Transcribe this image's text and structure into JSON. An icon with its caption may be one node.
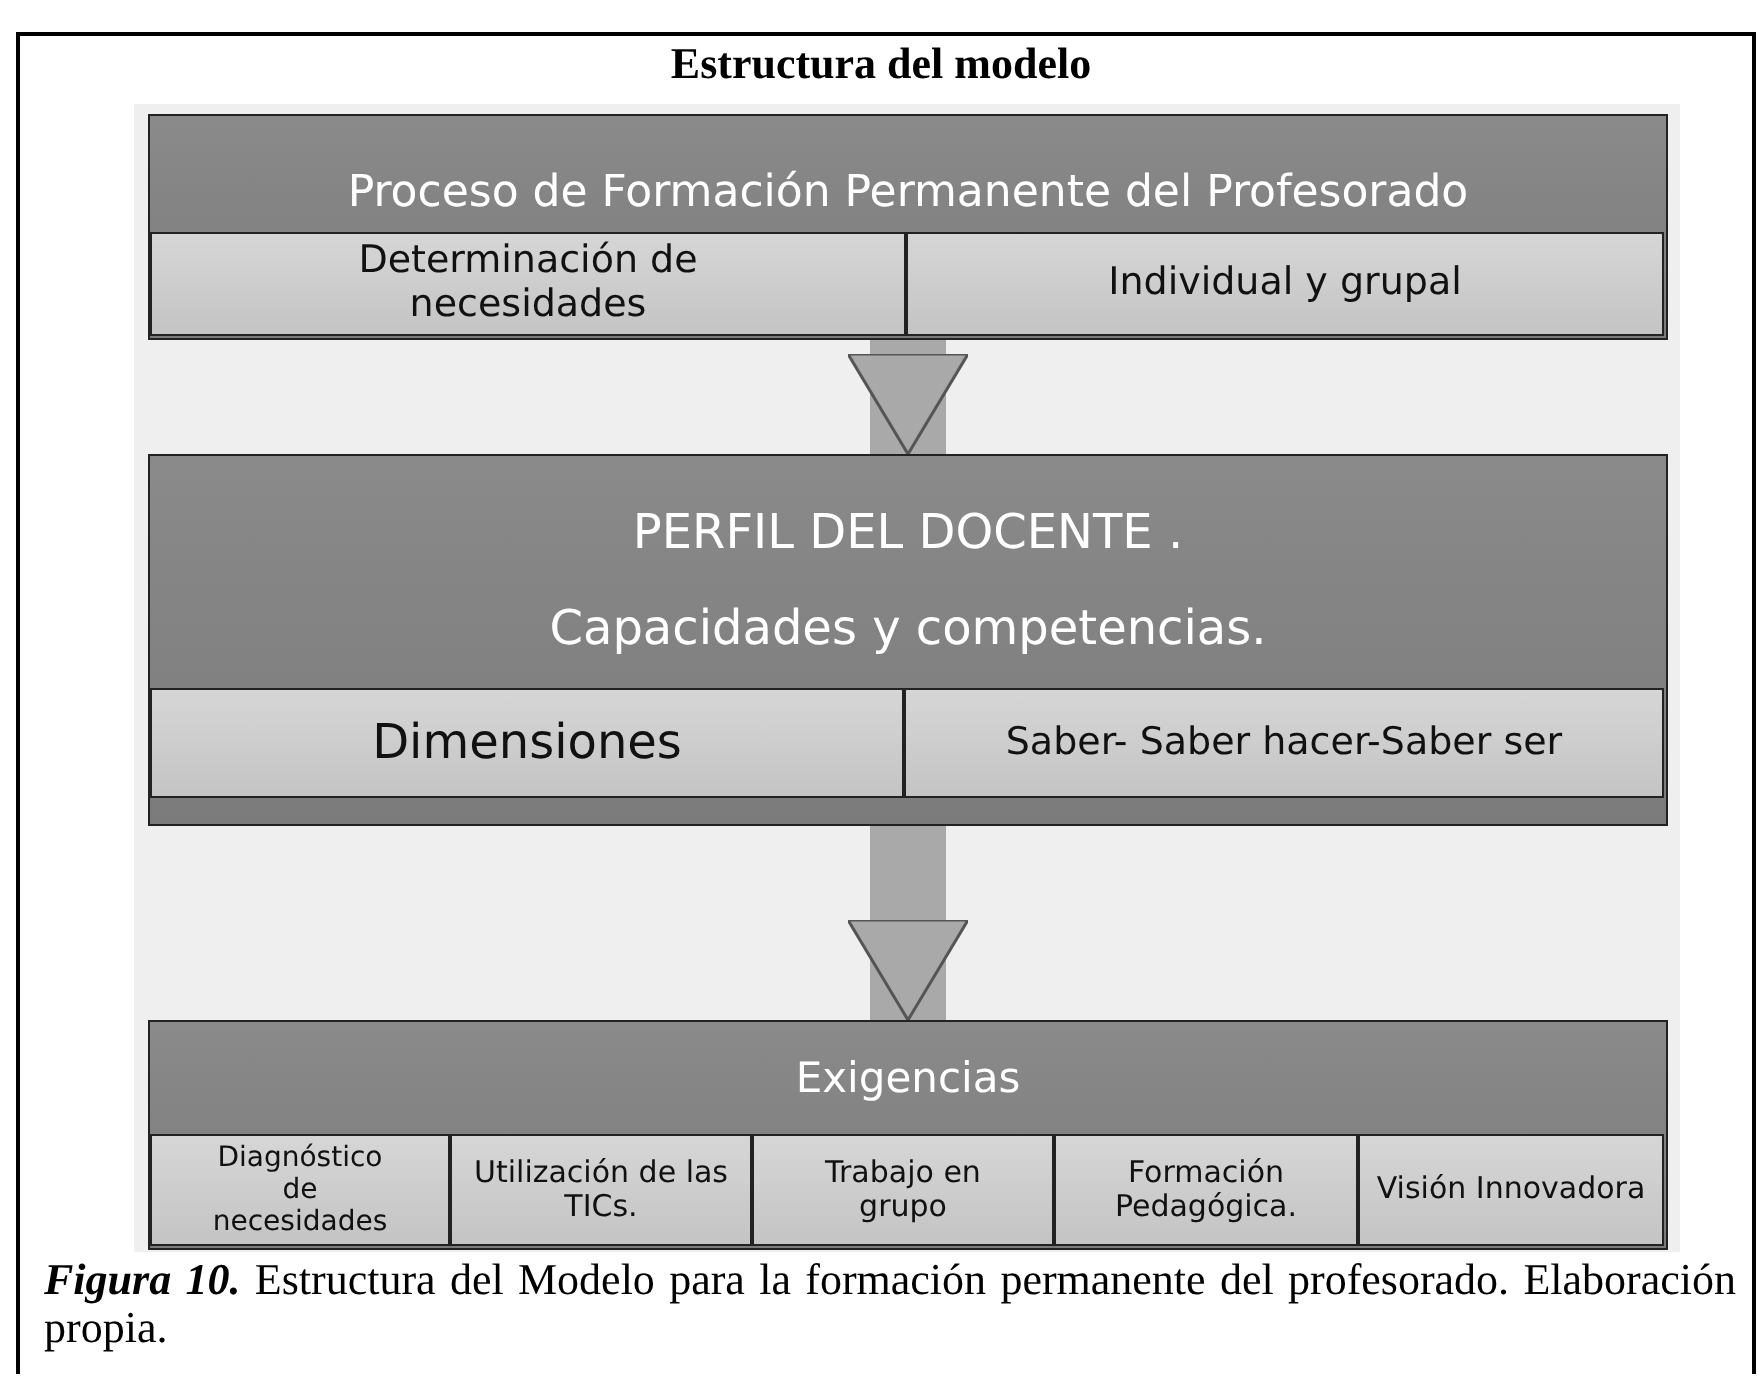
{
  "diagram": {
    "title": "Estructura del modelo",
    "caption": "**Figura 10.**  Estructura del Modelo para la formación permanente del profesorado. Elaboración propia.",
    "nodes": [
      {
        "text": [
          "Proceso de Formación Permanente del Profesorado"
        ]
      },
      {
        "text": [
          "Determinación de necesidades"
        ],
        "in": 0
      },
      {
        "text": [
          "Individual y grupal"
        ],
        "in": 0
      },
      {
        "text": [
          "PERFIL DEL DOCENTE .",
          "Capacidades y competencias."
        ]
      },
      {
        "text": [
          "Dimensiones"
        ],
        "in": 3
      },
      {
        "text": [
          "Saber- Saber hacer-Saber ser"
        ],
        "in": 3
      },
      {
        "text": [
          "Exigencias"
        ]
      },
      {
        "text": [
          "Diagnóstico de necesidades"
        ],
        "in": 6
      },
      {
        "text": [
          "Utilización de las TICs."
        ],
        "in": 6
      },
      {
        "text": [
          "Trabajo en grupo"
        ],
        "in": 6
      },
      {
        "text": [
          "Formación Pedagógica."
        ],
        "in": 6
      },
      {
        "text": [
          "Visión Innovadora"
        ],
        "in": 6
      }
    ],
    "edges": [
      {
        "from": 0,
        "to": 3,
        "arrow": "to"
      },
      {
        "from": 3,
        "to": 6,
        "arrow": "to"
      }
    ]
  }
}
